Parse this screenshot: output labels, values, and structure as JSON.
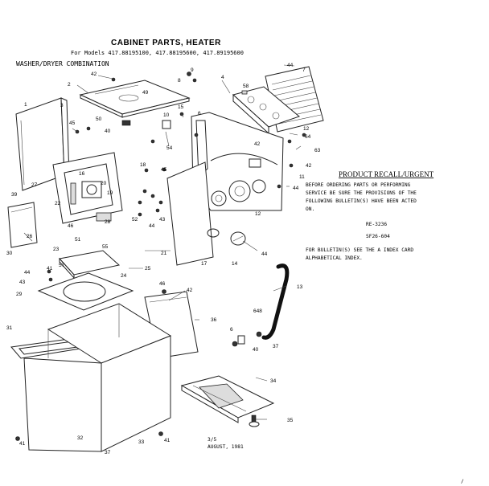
{
  "title": "CABINET PARTS, HEATER",
  "models": "For Models 417.88195100, 417.88195600, 417.89195600",
  "subtitle": "WASHER/DRYER COMBINATION",
  "notice": {
    "heading": "PRODUCT RECALL/URGENT",
    "lines": [
      "BEFORE ORDERING PARTS OR PERFORMING",
      "SERVICE BE SURE THE PROVISIONS OF THE",
      "FOLLOWING BULLETIN(S) HAVE BEEN ACTED",
      "ON."
    ],
    "bulletin_1": "RE-3236",
    "bulletin_2": "SF26-604",
    "footer_lines": [
      "FOR BULLETIN(S) SEE THE A INDEX CARD",
      "ALPHABETICAL INDEX."
    ]
  },
  "footer": {
    "page": "3/5",
    "date": "AUGUST, 1981"
  },
  "corner_mark": "/",
  "callouts": [
    {
      "id": "c44a",
      "text": "44"
    },
    {
      "id": "c7",
      "text": "7"
    },
    {
      "id": "c42a",
      "text": "42"
    },
    {
      "id": "c2",
      "text": "2"
    },
    {
      "id": "c9",
      "text": "9"
    },
    {
      "id": "c8",
      "text": "8"
    },
    {
      "id": "c4",
      "text": "4"
    },
    {
      "id": "c58",
      "text": "58"
    },
    {
      "id": "c1",
      "text": "1"
    },
    {
      "id": "c49",
      "text": "49"
    },
    {
      "id": "c3",
      "text": "3"
    },
    {
      "id": "c15",
      "text": "15"
    },
    {
      "id": "c6a",
      "text": "6"
    },
    {
      "id": "c10",
      "text": "10"
    },
    {
      "id": "c45a",
      "text": "45"
    },
    {
      "id": "c50",
      "text": "50"
    },
    {
      "id": "c40",
      "text": "40"
    },
    {
      "id": "c54",
      "text": "54"
    },
    {
      "id": "c64",
      "text": "64"
    },
    {
      "id": "c63",
      "text": "63"
    },
    {
      "id": "c12a",
      "text": "12"
    },
    {
      "id": "c42b",
      "text": "42"
    },
    {
      "id": "c42c",
      "text": "42"
    },
    {
      "id": "c11",
      "text": "11"
    },
    {
      "id": "c18",
      "text": "18"
    },
    {
      "id": "c45b",
      "text": "45"
    },
    {
      "id": "c44b",
      "text": "44"
    },
    {
      "id": "c27",
      "text": "27"
    },
    {
      "id": "c39",
      "text": "39"
    },
    {
      "id": "c16",
      "text": "16"
    },
    {
      "id": "c20",
      "text": "20"
    },
    {
      "id": "c22",
      "text": "22"
    },
    {
      "id": "c19",
      "text": "19"
    },
    {
      "id": "c52",
      "text": "52"
    },
    {
      "id": "c43a",
      "text": "43"
    },
    {
      "id": "c12b",
      "text": "12"
    },
    {
      "id": "c30",
      "text": "30"
    },
    {
      "id": "c26",
      "text": "26"
    },
    {
      "id": "c28",
      "text": "28"
    },
    {
      "id": "c46a",
      "text": "46"
    },
    {
      "id": "c51",
      "text": "51"
    },
    {
      "id": "c55",
      "text": "55"
    },
    {
      "id": "c44c",
      "text": "44"
    },
    {
      "id": "c21",
      "text": "21"
    },
    {
      "id": "c17",
      "text": "17"
    },
    {
      "id": "c14",
      "text": "14"
    },
    {
      "id": "c44d",
      "text": "44"
    },
    {
      "id": "c23",
      "text": "23"
    },
    {
      "id": "c57",
      "text": "57"
    },
    {
      "id": "c25",
      "text": "25"
    },
    {
      "id": "c41a",
      "text": "41"
    },
    {
      "id": "c44e",
      "text": "44"
    },
    {
      "id": "c24",
      "text": "24"
    },
    {
      "id": "c43b",
      "text": "43"
    },
    {
      "id": "c29",
      "text": "29"
    },
    {
      "id": "c46b",
      "text": "46"
    },
    {
      "id": "c42d",
      "text": "42"
    },
    {
      "id": "c13",
      "text": "13"
    },
    {
      "id": "c36",
      "text": "36"
    },
    {
      "id": "c31",
      "text": "31"
    },
    {
      "id": "c648",
      "text": "648"
    },
    {
      "id": "c6b",
      "text": "6"
    },
    {
      "id": "c40b",
      "text": "40"
    },
    {
      "id": "c37a",
      "text": "37"
    },
    {
      "id": "c34",
      "text": "34"
    },
    {
      "id": "c35",
      "text": "35"
    },
    {
      "id": "c41b",
      "text": "41"
    },
    {
      "id": "c32",
      "text": "32"
    },
    {
      "id": "c33",
      "text": "33"
    },
    {
      "id": "c41c",
      "text": "41"
    },
    {
      "id": "c37b",
      "text": "37"
    }
  ]
}
